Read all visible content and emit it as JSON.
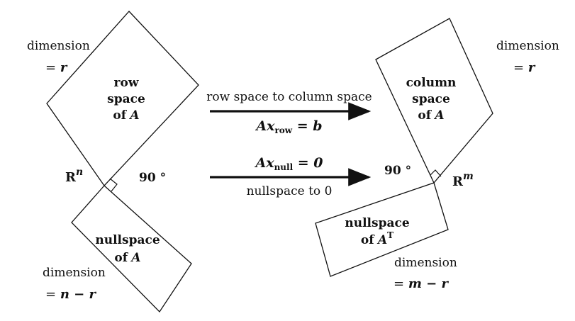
{
  "colors": {
    "ink": "#111111",
    "background": "#ffffff"
  },
  "left": {
    "row_space": {
      "line1": "row",
      "line2": "space",
      "line3_prefix": "of",
      "line3_var": "A"
    },
    "row_dimension": {
      "word": "dimension",
      "eq": "= ",
      "value": "r"
    },
    "nullspace": {
      "line1": "nullspace",
      "line2_prefix": "of",
      "line2_var": "A"
    },
    "null_dimension": {
      "word": "dimension",
      "eq": "= ",
      "value": "n − r"
    },
    "space_label": {
      "base": "R",
      "exp": "n"
    },
    "angle": "90 °"
  },
  "right": {
    "column_space": {
      "line1": "column",
      "line2": "space",
      "line3_prefix": "of",
      "line3_var": "A"
    },
    "col_dimension": {
      "word": "dimension",
      "eq": "= ",
      "value": "r"
    },
    "left_nullspace": {
      "line1": "nullspace",
      "line2_prefix": "of",
      "line2_var": "A",
      "line2_sup": "T"
    },
    "left_null_dimension": {
      "word": "dimension",
      "eq": "= ",
      "value": "m − r"
    },
    "space_label": {
      "base": "R",
      "exp": "m"
    },
    "angle": "90 °"
  },
  "arrows": {
    "top": {
      "caption": "row space to column space",
      "eq_var": "Ax",
      "eq_sub": "row",
      "eq_rest": " = b"
    },
    "bottom": {
      "caption": "nullspace to 0",
      "eq_var": "Ax",
      "eq_sub": "null",
      "eq_rest": " = 0"
    }
  }
}
